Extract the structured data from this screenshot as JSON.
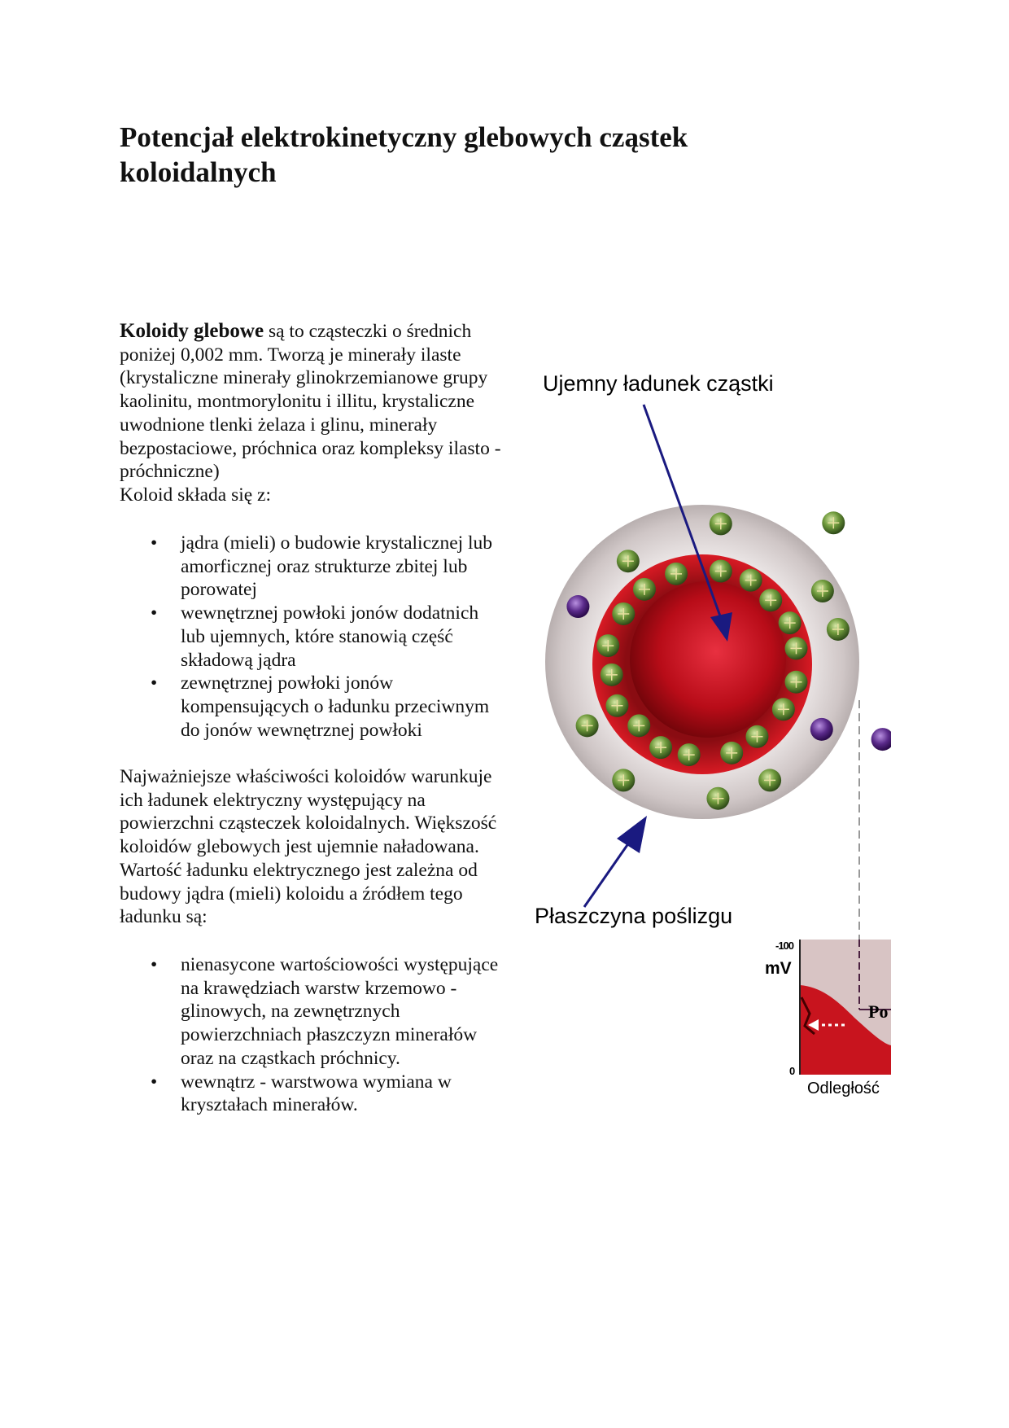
{
  "title": {
    "lines": [
      "Potencjał elektrokinetyczny glebowych cząstek",
      "koloidalnych"
    ]
  },
  "intro": {
    "bold_term": "Koloidy glebowe",
    "lines": [
      " są to cząsteczki o średnich",
      "poniżej 0,002 mm. Tworzą je minerały ilaste",
      "(krystaliczne minerały glinokrzemianowe grupy",
      "kaolinitu, montmorylonitu i illitu, krystaliczne",
      "uwodnione tlenki żelaza i glinu, minerały",
      "bezpostaciowe, próchnica oraz kompleksy ilasto -",
      "próchniczne)",
      "Koloid składa się z:"
    ]
  },
  "components": [
    {
      "lines": [
        "jądra (mieli) o budowie krystalicznej lub",
        "amorficznej oraz strukturze zbitej lub",
        "porowatej"
      ]
    },
    {
      "lines": [
        "wewnętrznej powłoki jonów dodatnich",
        "lub ujemnych, które stanowią część",
        "składową jądra"
      ]
    },
    {
      "lines": [
        "zewnętrznej powłoki jonów",
        "kompensujących o ładunku przeciwnym",
        "do jonów wewnętrznej powłoki"
      ]
    }
  ],
  "properties": {
    "lines": [
      "Najważniejsze właściwości koloidów warunkuje",
      "ich ładunek elektryczny występujący na",
      "powierzchni cząsteczek koloidalnych. Większość",
      "koloidów glebowych jest ujemnie naładowana.",
      "Wartość ładunku elektrycznego jest zależna od",
      "budowy jądra (mieli) koloidu a źródłem tego",
      "ładunku są:"
    ]
  },
  "sources": [
    {
      "lines": [
        "nienasycone wartościowości występujące",
        "na krawędziach warstw krzemowo -",
        "glinowych, na zewnętrznych",
        "powierzchniach płaszczyzn minerałów",
        "oraz na cząstkach próchnicy."
      ]
    },
    {
      "lines": [
        "wewnątrz - warstwowa wymiana w",
        "kryształach minerałów."
      ]
    }
  ],
  "bullet_char": "•",
  "figure": {
    "label_charge": "Ujemny ładunek cząstki",
    "label_plane": "Płaszczyna poślizgu",
    "graph": {
      "y_top": "-100",
      "y_unit": "mV",
      "y_bottom": "0",
      "x_label": "Odległość",
      "inner_label": "Po"
    },
    "colors": {
      "core": "#c0101c",
      "cation": "#6f9a3c",
      "anion": "#5a2a8a",
      "arrow": "#1a1a80",
      "halo": "#cfc6c6"
    }
  }
}
